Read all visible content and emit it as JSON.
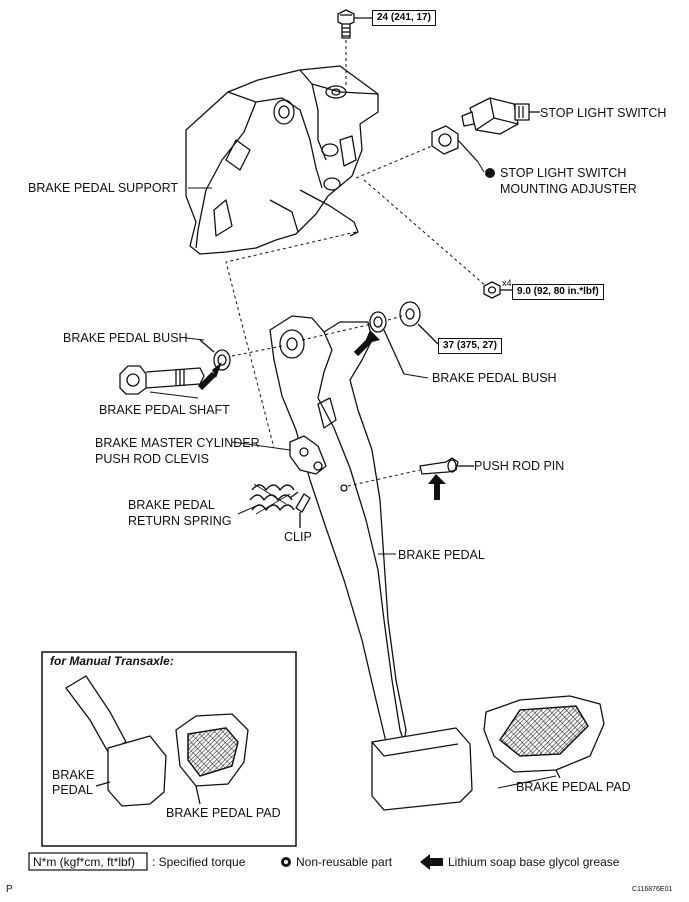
{
  "labels": {
    "brake_pedal_support": "BRAKE PEDAL SUPPORT",
    "stop_light_switch": "STOP LIGHT SWITCH",
    "stop_light_switch_adjuster_line1": "STOP LIGHT SWITCH",
    "stop_light_switch_adjuster_line2": "MOUNTING ADJUSTER",
    "brake_pedal_bush_left": "BRAKE PEDAL BUSH",
    "brake_pedal_bush_right": "BRAKE PEDAL BUSH",
    "brake_pedal_shaft": "BRAKE PEDAL SHAFT",
    "master_cylinder_line1": "BRAKE MASTER CYLINDER",
    "master_cylinder_line2": "PUSH ROD CLEVIS",
    "return_spring_line1": "BRAKE PEDAL",
    "return_spring_line2": "RETURN SPRING",
    "clip": "CLIP",
    "push_rod_pin": "PUSH ROD PIN",
    "brake_pedal": "BRAKE PEDAL",
    "brake_pedal_pad": "BRAKE PEDAL PAD"
  },
  "torque": {
    "top_bolt": "24 (241, 17)",
    "nut_x4": "9.0 (92, 80 in.*lbf)",
    "nut_x4_qty": "x4",
    "pivot_nut": "37 (375, 27)"
  },
  "inset": {
    "title": "for Manual Transaxle:",
    "pedal_line1": "BRAKE",
    "pedal_line2": "PEDAL",
    "pad": "BRAKE PEDAL PAD"
  },
  "legend": {
    "torque_unit": "N*m (kgf*cm, ft*lbf)",
    "torque_desc": ": Specified torque",
    "non_reusable": "Non-reusable part",
    "grease": "Lithium soap base glycol grease"
  },
  "footer": {
    "page_letter": "P",
    "figure_code": "C116876E01"
  }
}
